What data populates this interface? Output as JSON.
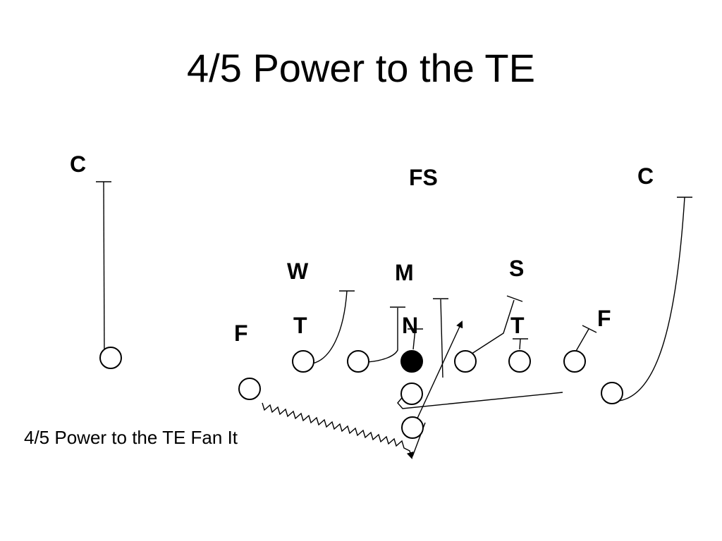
{
  "title": "4/5 Power to the TE",
  "caption": "4/5 Power to the TE Fan It",
  "defense": {
    "corner_left": "C",
    "free_safety": "FS",
    "corner_right": "C",
    "will": "W",
    "mike": "M",
    "sam": "S",
    "tackle_left": "T",
    "nose": "N",
    "tackle_right": "T",
    "end_left": "F",
    "end_right": "F"
  }
}
